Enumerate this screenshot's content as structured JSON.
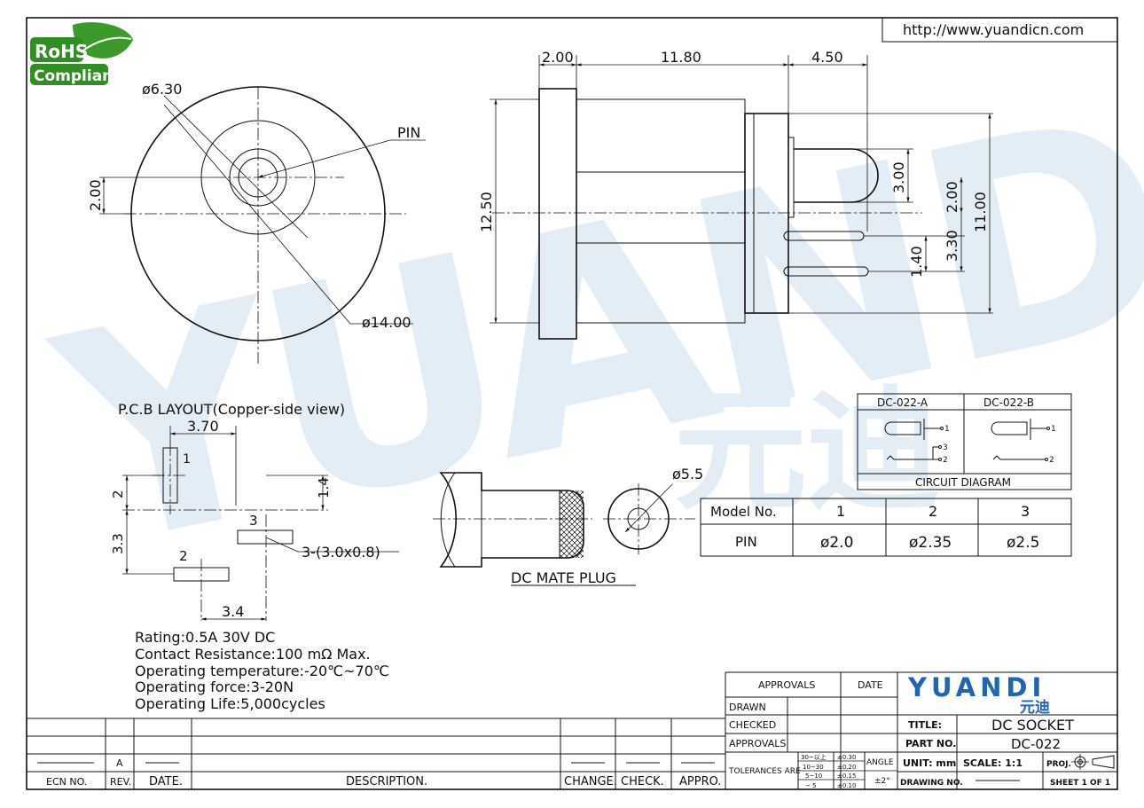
{
  "url": "http://www.yuandicn.com",
  "rohs": {
    "line1": "RoHS",
    "line2": "Compliant"
  },
  "watermark": {
    "latin": "YUANDI",
    "cjk": "元迪"
  },
  "front_view": {
    "d_outer": "ø14.00",
    "d_mid": "ø6.30",
    "pin": "PIN",
    "offset": "2.00"
  },
  "side_view": {
    "d1": "2.00",
    "d2": "11.80",
    "d3": "4.50",
    "h_total": "12.50",
    "h_pin": "3.00",
    "h_c": "2.00",
    "h_low": "3.30",
    "h_tab": "1.40",
    "h_body": "11.00"
  },
  "pcb": {
    "title": "P.C.B LAYOUT(Copper-side view)",
    "w": "3.70",
    "h2": "2",
    "h14": "1.4",
    "h33": "3.3",
    "w34": "3.4",
    "pad1": "1",
    "pad2": "2",
    "pad3": "3",
    "slot": "3-(3.0x0.8)"
  },
  "plug": {
    "diam": "ø5.5",
    "title": "DC MATE PLUG"
  },
  "circuit": {
    "a": "DC-022-A",
    "b": "DC-022-B",
    "title": "CIRCUIT DIAGRAM",
    "n1": "1",
    "n2": "2",
    "n3": "3"
  },
  "model_table": {
    "headers": [
      "Model No.",
      "1",
      "2",
      "3"
    ],
    "row": [
      "PIN",
      "ø2.0",
      "ø2.35",
      "ø2.5"
    ]
  },
  "specs": [
    "Rating:0.5A 30V DC",
    "Contact Resistance:100 mΩ Max.",
    "Operating temperature:-20℃~70℃",
    "Operating force:3-20N",
    "Operating Life:5,000cycles"
  ],
  "revision": {
    "rev_value": "A",
    "labels": {
      "ecn": "ECN NO.",
      "rev": "REV.",
      "date": "DATE.",
      "desc": "DESCRIPTION.",
      "change": "CHANGE.",
      "check": "CHECK.",
      "appro": "APPRO."
    }
  },
  "titleblock": {
    "approvals": "APPROVALS",
    "date": "DATE",
    "drawn": "DRAWN",
    "checked": "CHECKED",
    "approvals2": "APPROVALS",
    "tolerances": "TOLERANCES ARE",
    "tol_ranges": [
      "30~以上",
      "10~30",
      "5~10",
      "~ 5"
    ],
    "tol_values": [
      "±0.30",
      "±0.20",
      "±0.15",
      "±0.10"
    ],
    "angle": "ANGLE",
    "angle_val": "±2°",
    "brand": "YUANDI",
    "brand_cjk": "元迪",
    "title_label": "TITLE:",
    "title_value": "DC SOCKET",
    "part_label": "PART NO.",
    "part_value": "DC-022",
    "unit": "UNIT: mm",
    "scale": "SCALE:   1:1",
    "proj": "PROJ.",
    "drawing_no": "DRAWING NO.",
    "sheet": "SHEET   1  OF  1"
  }
}
